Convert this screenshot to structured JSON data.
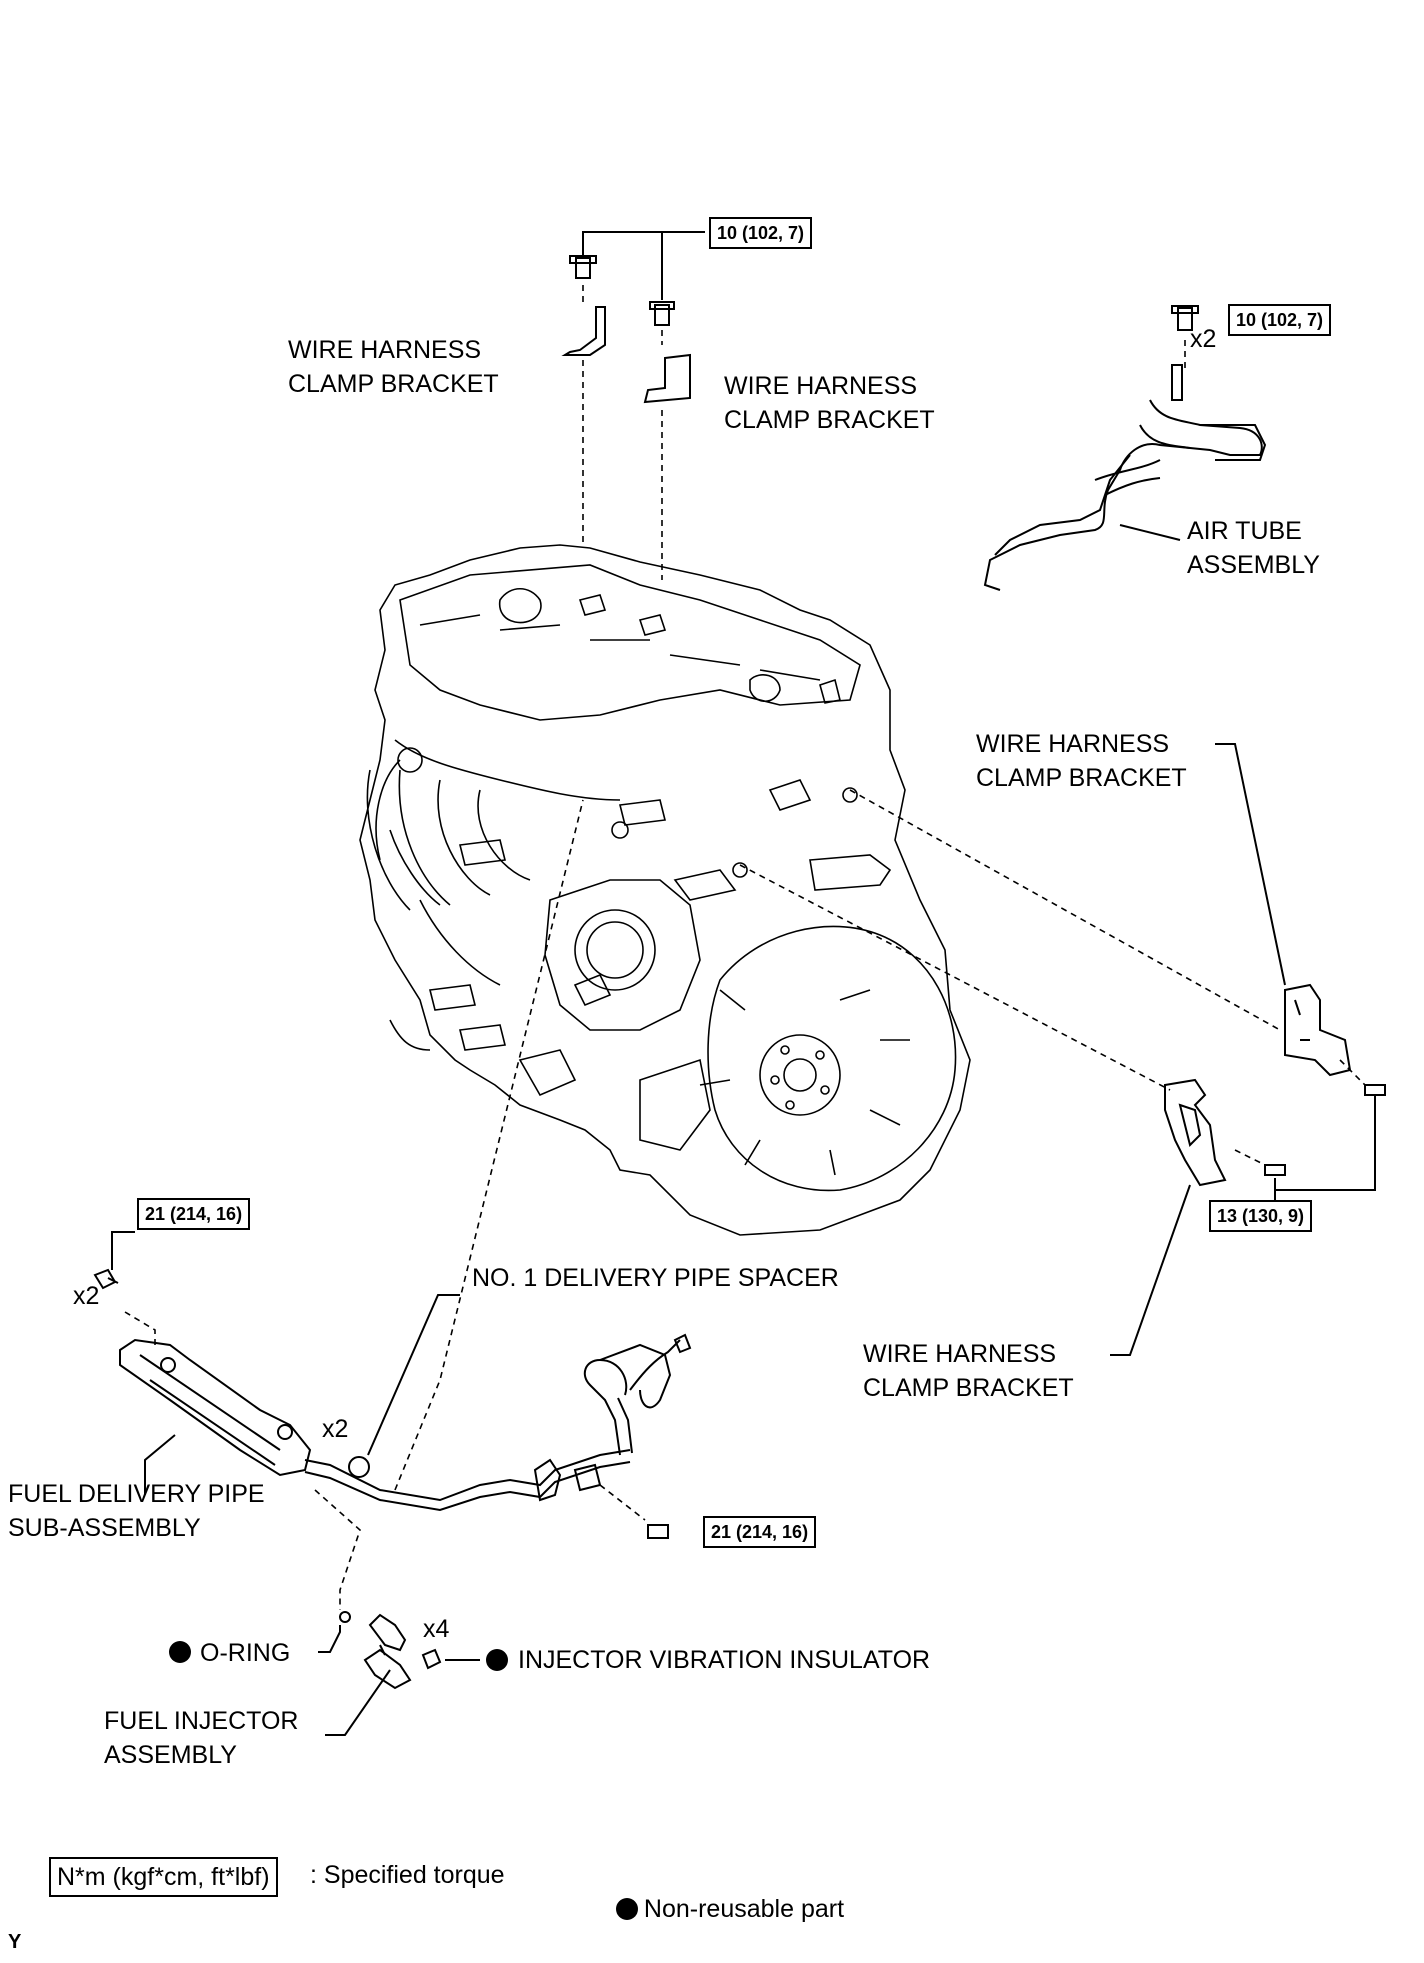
{
  "torque_specs": {
    "top_bolts": "10 (102, 7)",
    "air_tube_bolts": "10 (102, 7)",
    "side_brackets": "13 (130, 9)",
    "delivery_pipe": "21 (214, 16)",
    "fuel_line_bolt": "21 (214, 16)"
  },
  "counts": {
    "air_tube": "x2",
    "delivery_pipe_bolts": "x2",
    "spacer": "x2",
    "insulator": "x4"
  },
  "labels": {
    "wire_harness_1": "WIRE HARNESS\nCLAMP BRACKET",
    "wire_harness_2": "WIRE HARNESS\nCLAMP BRACKET",
    "wire_harness_3": "WIRE HARNESS\nCLAMP BRACKET",
    "wire_harness_4": "WIRE HARNESS\nCLAMP BRACKET",
    "air_tube": "AIR TUBE\nASSEMBLY",
    "spacer": "NO. 1 DELIVERY PIPE SPACER",
    "fuel_delivery_pipe": "FUEL DELIVERY PIPE\nSUB-ASSEMBLY",
    "o_ring": "O-RING",
    "injector_insulator": "INJECTOR VIBRATION INSULATOR",
    "fuel_injector": "FUEL INJECTOR\nASSEMBLY"
  },
  "legend": {
    "torque_unit": "N*m (kgf*cm, ft*lbf)",
    "torque_text": ": Specified torque",
    "nonreusable_text": "Non-reusable part"
  },
  "footer": {
    "code": "Y"
  }
}
